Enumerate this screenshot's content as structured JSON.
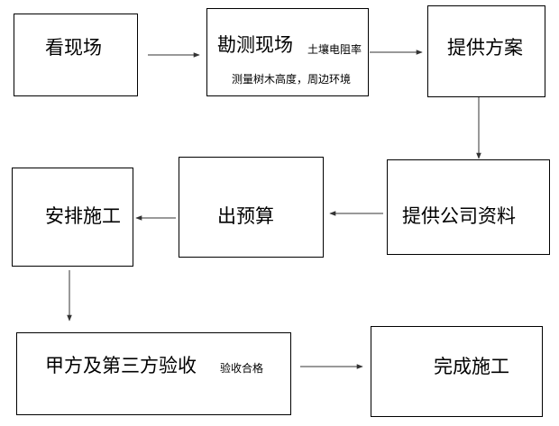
{
  "nodes": {
    "survey_site": {
      "label": "看现场"
    },
    "measure_site": {
      "label": "勘测现场",
      "note1": "土壤电阻率",
      "note2": "测量树木高度，周边环境"
    },
    "provide_plan": {
      "label": "提供方案"
    },
    "company_docs": {
      "label": "提供公司资料"
    },
    "budget": {
      "label": "出预算"
    },
    "arrange_construction": {
      "label": "安排施工"
    },
    "acceptance": {
      "label": "甲方及第三方验收",
      "note": "验收合格"
    },
    "complete": {
      "label": "完成施工"
    }
  },
  "edges": [
    {
      "from": "survey_site",
      "to": "measure_site"
    },
    {
      "from": "measure_site",
      "to": "provide_plan"
    },
    {
      "from": "provide_plan",
      "to": "company_docs"
    },
    {
      "from": "company_docs",
      "to": "budget"
    },
    {
      "from": "budget",
      "to": "arrange_construction"
    },
    {
      "from": "arrange_construction",
      "to": "acceptance"
    },
    {
      "from": "acceptance",
      "to": "complete"
    }
  ]
}
